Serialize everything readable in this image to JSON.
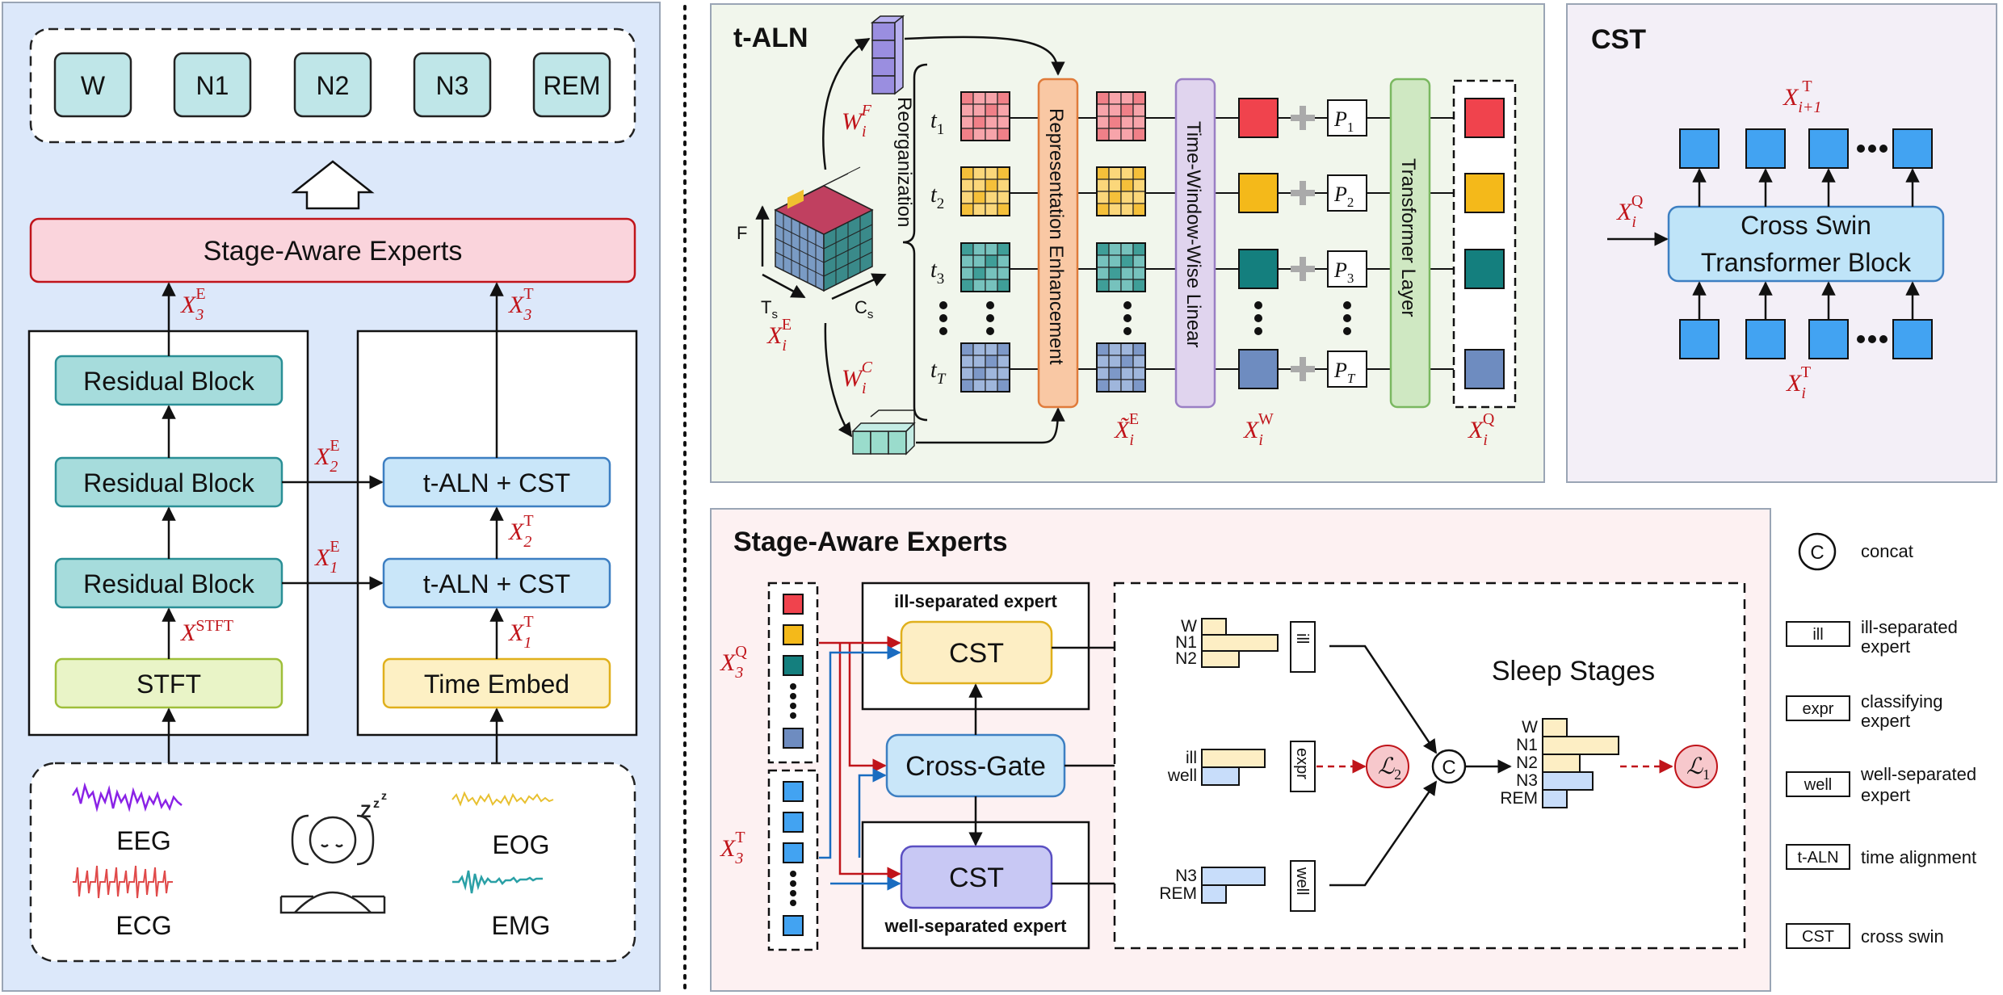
{
  "left": {
    "stages": [
      "W",
      "N1",
      "N2",
      "N3",
      "REM"
    ],
    "experts_label": "Stage-Aware Experts",
    "residual_block": "Residual Block",
    "stft": "STFT",
    "tal_cst": "t-ALN + CST",
    "time_embed": "Time Embed",
    "signals": [
      "EEG",
      "ECG",
      "EOG",
      "EMG"
    ],
    "math": {
      "x3e": "X",
      "x3e_sub": "3",
      "x3e_sup": "E",
      "x3t": "X",
      "x3t_sub": "3",
      "x3t_sup": "T",
      "x2e": "X",
      "x2e_sub": "2",
      "x2e_sup": "E",
      "x2t": "X",
      "x2t_sub": "2",
      "x2t_sup": "T",
      "x1e": "X",
      "x1e_sub": "1",
      "x1e_sup": "E",
      "x1t": "X",
      "x1t_sub": "1",
      "x1t_sup": "T",
      "xstft": "X",
      "xstft_sup": "STFT"
    }
  },
  "taln": {
    "title": "t-ALN",
    "reorg": "Reorganization",
    "rep_enh": "Representation Enhancement",
    "twl": "Time-Window-Wise Linear",
    "transformer": "Transformer Layer",
    "axis_f": "F",
    "axis_ts": "T",
    "axis_ts_sub": "s",
    "axis_cs": "C",
    "axis_cs_sub": "s",
    "time_labels": [
      "t",
      "t",
      "t",
      "t"
    ],
    "time_subs": [
      "1",
      "2",
      "3",
      "T"
    ],
    "p_labels": [
      "P",
      "P",
      "P",
      "P"
    ],
    "p_subs": [
      "1",
      "2",
      "3",
      "T"
    ],
    "wf": "W",
    "wf_sub": "i",
    "wf_sup": "F",
    "wc": "W",
    "wc_sub": "i",
    "wc_sup": "C",
    "xie": "X",
    "xie_sub": "i",
    "xie_sup": "E",
    "xtilde": "X̃",
    "xtilde_sub": "i",
    "xtilde_sup": "E",
    "xiw": "X",
    "xiw_sub": "i",
    "xiw_sup": "W",
    "xiq": "X",
    "xiq_sub": "i",
    "xiq_sup": "Q"
  },
  "cst": {
    "title": "CST",
    "block_line1": "Cross Swin",
    "block_line2": "Transformer Block",
    "xq": "X",
    "xq_sub": "i",
    "xq_sup": "Q",
    "xt1": "X",
    "xt1_sub": "i+1",
    "xt1_sup": "T",
    "xt": "X",
    "xt_sub": "i",
    "xt_sup": "T"
  },
  "sae": {
    "title": "Stage-Aware Experts",
    "ill_expert": "ill-separated expert",
    "well_expert": "well-separated expert",
    "cst": "CST",
    "cross_gate": "Cross-Gate",
    "sleep_stages": "Sleep Stages",
    "ill_bars": [
      "W",
      "N1",
      "N2"
    ],
    "gate_bars": [
      "ill",
      "well"
    ],
    "well_bars": [
      "N3",
      "REM"
    ],
    "out_bars": [
      "W",
      "N1",
      "N2",
      "N3",
      "REM"
    ],
    "tag_ill": "ill",
    "tag_expr": "expr",
    "tag_well": "well",
    "concat_symbol": "C",
    "l2": "ℒ",
    "l2_sub": "2",
    "l1": "ℒ",
    "l1_sub": "1",
    "x3q": "X",
    "x3q_sub": "3",
    "x3q_sup": "Q",
    "x3t": "X",
    "x3t_sub": "3",
    "x3t_sup": "T"
  },
  "legend": {
    "concat_symbol": "C",
    "concat": "concat",
    "items": [
      {
        "tag": "ill",
        "line1": "ill-separated",
        "line2": "expert"
      },
      {
        "tag": "expr",
        "line1": "classifying",
        "line2": "expert"
      },
      {
        "tag": "well",
        "line1": "well-separated",
        "line2": "expert"
      },
      {
        "tag": "t-ALN",
        "line1": "time alignment",
        "line2": ""
      },
      {
        "tag": "CST",
        "line1": "cross swin",
        "line2": ""
      }
    ]
  },
  "colors": {
    "left_bg": "#dce8fa",
    "taln_bg": "#f1f6ec",
    "cst_bg": "#f3eff7",
    "sae_bg": "#fdf1f2",
    "teal_box": "#bfe6e8",
    "blue_box": "#c9e6f9",
    "pink_box": "#fad4dc",
    "math_red": "#c0141a"
  }
}
